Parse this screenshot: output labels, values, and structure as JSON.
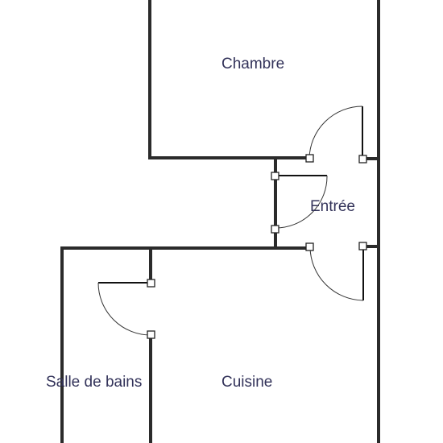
{
  "rooms": [
    {
      "id": "chambre",
      "label": "Chambre"
    },
    {
      "id": "entree",
      "label": "Entrée"
    },
    {
      "id": "salle-de-bains",
      "label": "Salle de bains"
    },
    {
      "id": "cuisine",
      "label": "Cuisine"
    }
  ],
  "doors": [
    {
      "id": "chambre-door",
      "connects": [
        "Chambre",
        "Entrée"
      ]
    },
    {
      "id": "entree-door",
      "connects": [
        "Entrée",
        "exterior"
      ]
    },
    {
      "id": "cuisine-door",
      "connects": [
        "Entrée",
        "Cuisine"
      ]
    },
    {
      "id": "salle-de-bains-door",
      "connects": [
        "Cuisine",
        "Salle de bains"
      ]
    }
  ],
  "colors": {
    "wall": "#2b2b2b",
    "label": "#33335a",
    "background": "#ffffff"
  }
}
